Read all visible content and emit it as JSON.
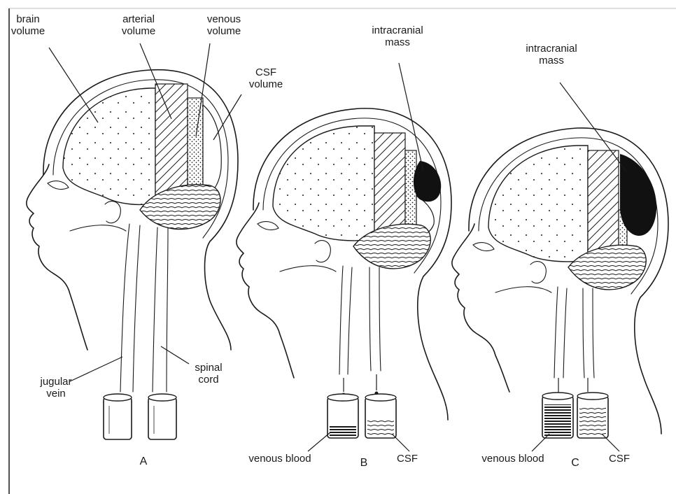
{
  "panels": [
    {
      "letter": "A",
      "labels": {
        "brain": "brain\nvolume",
        "arterial": "arterial\nvolume",
        "venous": "venous\nvolume",
        "csf": "CSF\nvolume",
        "jugular": "jugular\nvein",
        "spinal": "spinal\ncord"
      }
    },
    {
      "letter": "B",
      "labels": {
        "mass": "intracranial\nmass",
        "venous_blood": "venous blood",
        "csf": "CSF"
      }
    },
    {
      "letter": "C",
      "labels": {
        "mass": "intracranial\nmass",
        "venous_blood": "venous blood",
        "csf": "CSF"
      }
    }
  ]
}
